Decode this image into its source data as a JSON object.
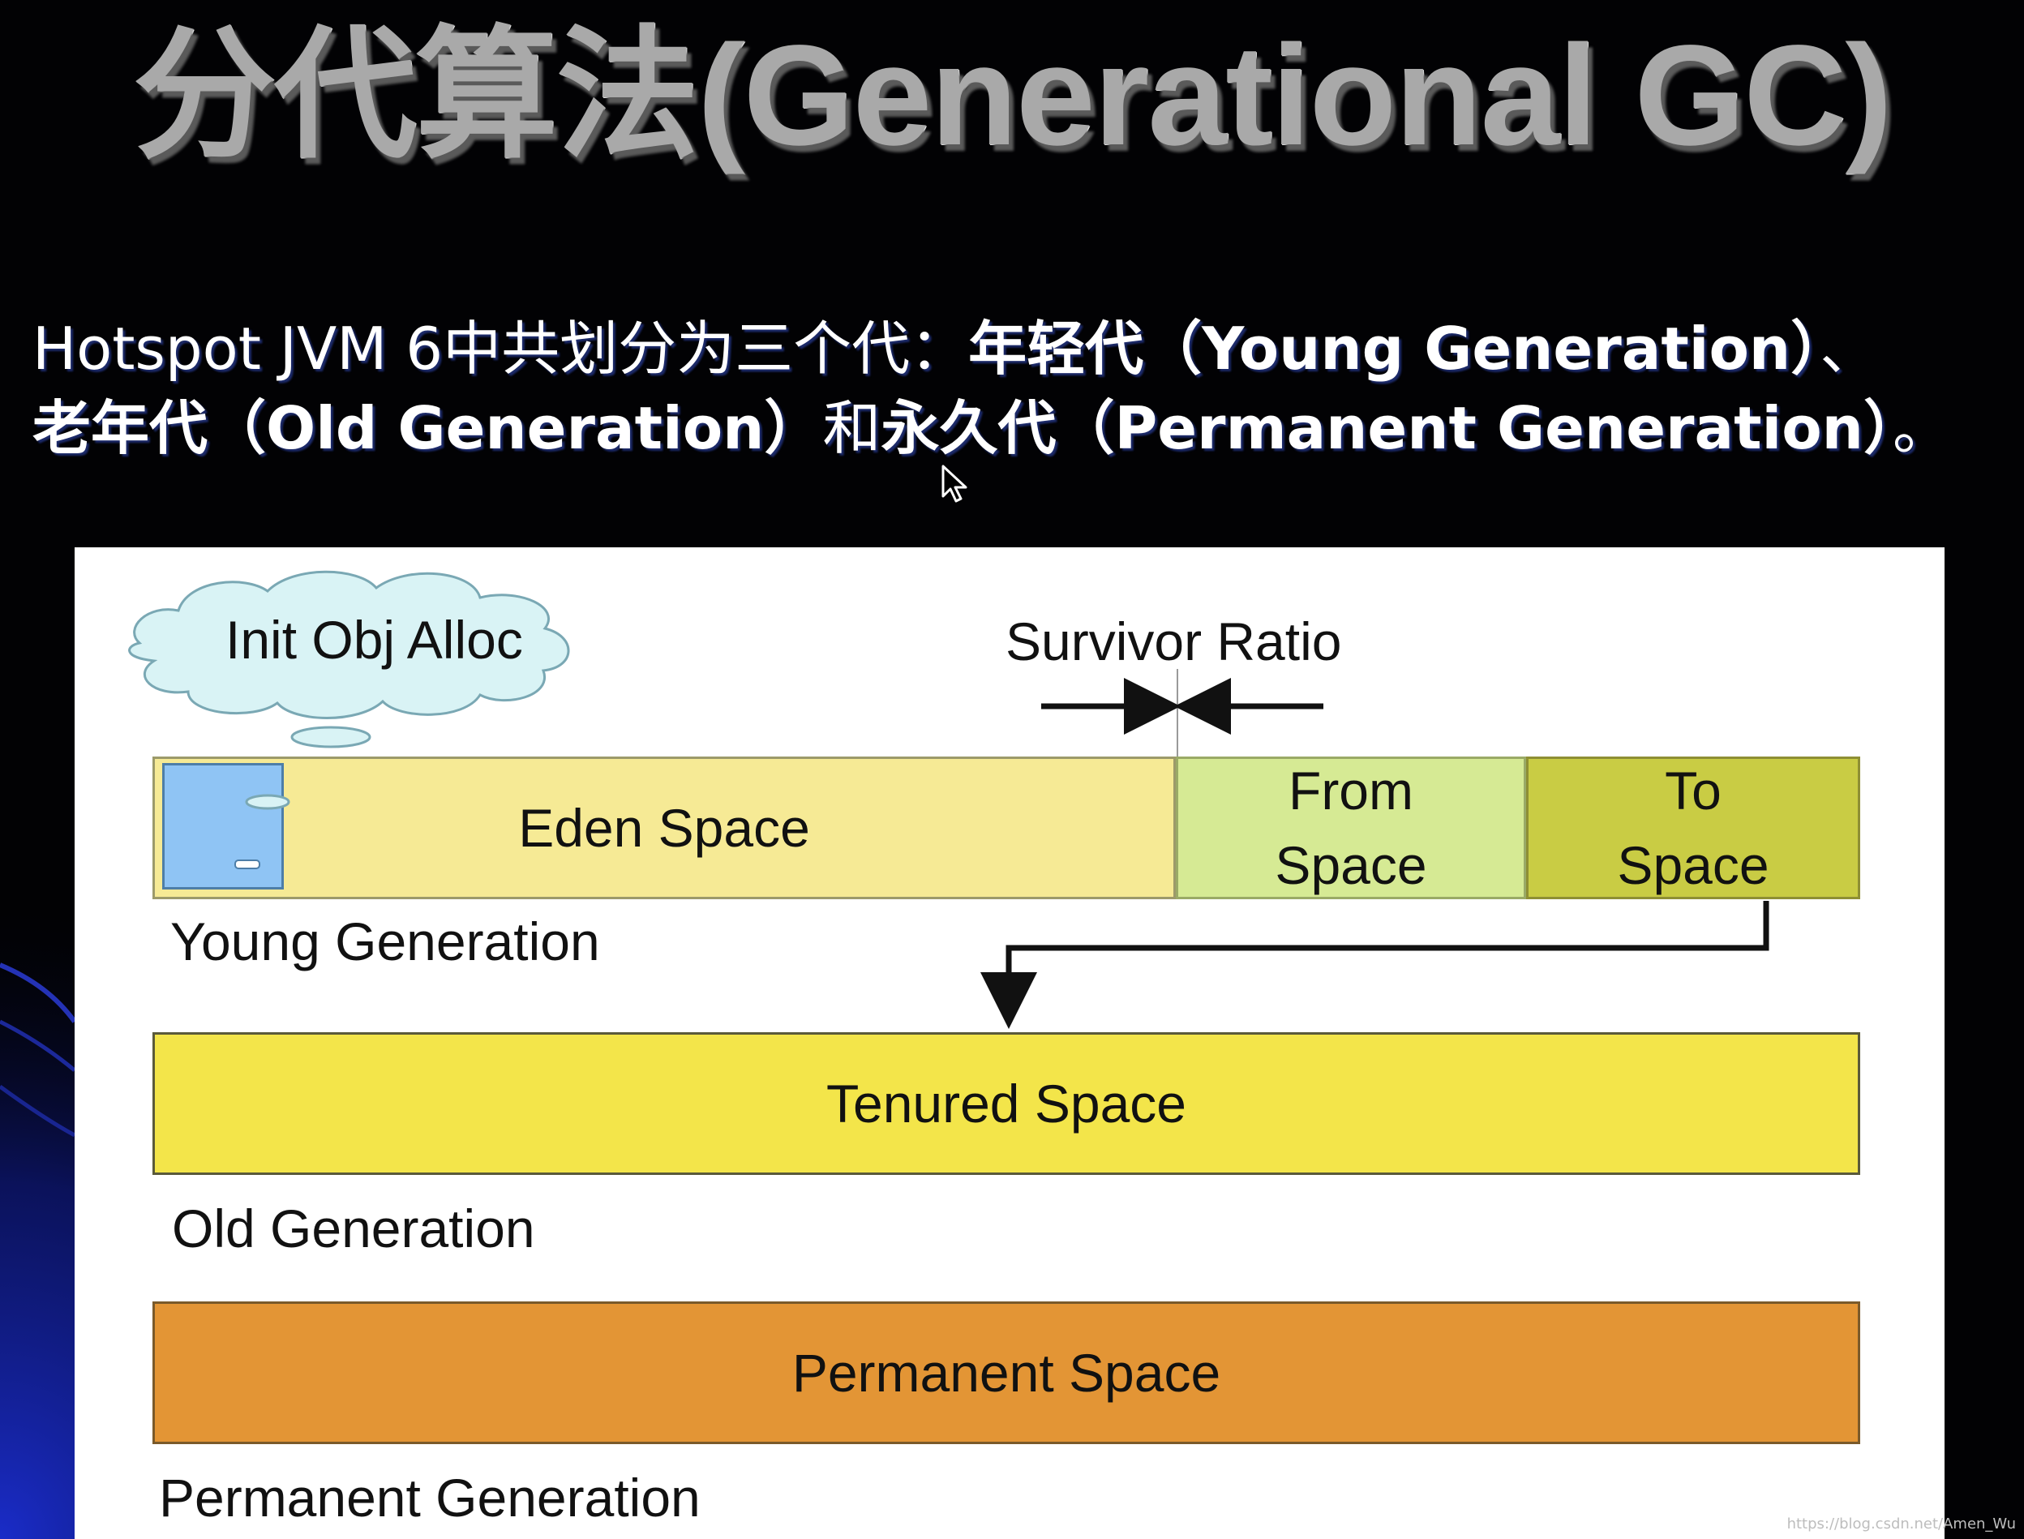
{
  "slide": {
    "title": "分代算法(Generational GC)",
    "line1": {
      "plain": "Hotspot JVM 6中共划分为三个代：",
      "bold_a": "年轻代（Young Generation）",
      "tail": "、"
    },
    "line2": {
      "bold_a": "老年代（Old Generation）",
      "mid": "和",
      "bold_b": "永久代（Permanent Generation）",
      "tail": "。"
    }
  },
  "diagram": {
    "init_obj_alloc": "Init Obj Alloc",
    "survivor_ratio": "Survivor Ratio",
    "eden_space": "Eden Space",
    "from_space_line1": "From",
    "from_space_line2": "Space",
    "to_space_line1": "To",
    "to_space_line2": "Space",
    "young_generation": "Young Generation",
    "tenured_space": "Tenured Space",
    "old_generation": "Old Generation",
    "permanent_space": "Permanent Space",
    "permanent_generation": "Permanent Generation",
    "colors": {
      "eden": "#f6ea95",
      "from": "#d6ea94",
      "to": "#c9cc44",
      "tenured": "#f3e54a",
      "permanent": "#e39535",
      "alloc_block": "#8fc4f4",
      "cloud": "#d9f3f5"
    }
  },
  "watermark": "https://blog.csdn.net/Amen_Wu"
}
